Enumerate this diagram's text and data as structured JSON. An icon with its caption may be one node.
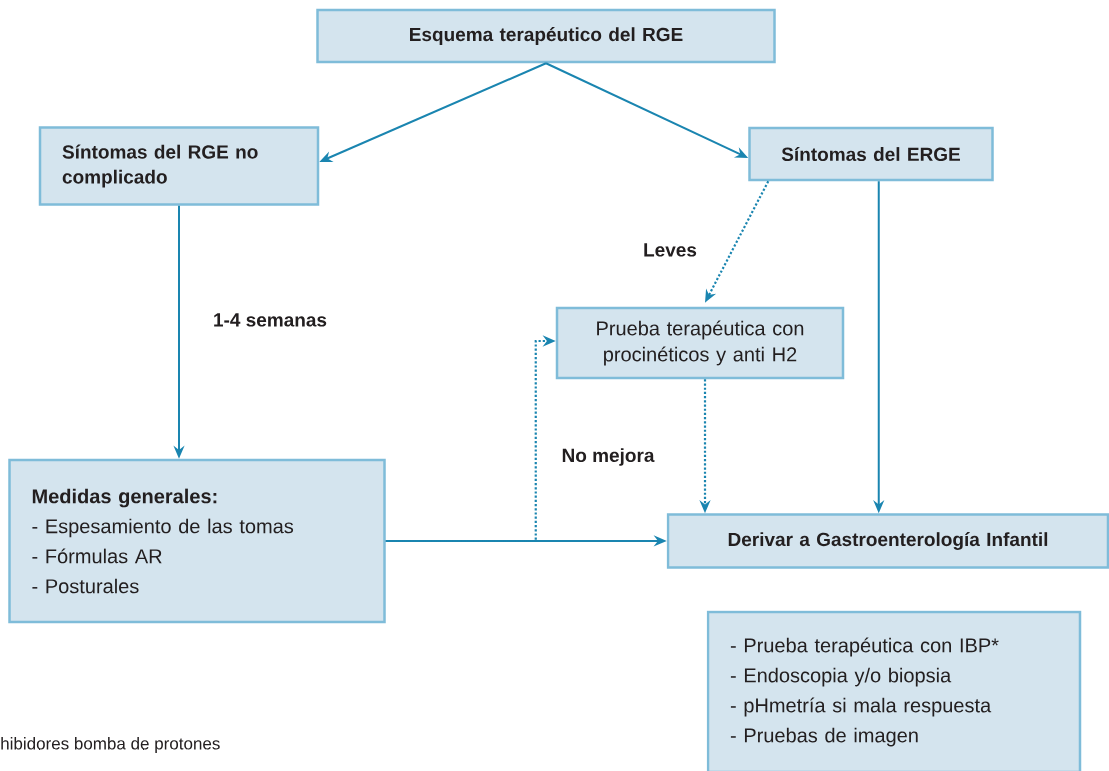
{
  "diagram": {
    "nodes": [
      {
        "text": [
          "Esquema terapéutico del RGE"
        ]
      },
      {
        "text": [
          "Síntomas del RGE no complicado"
        ]
      },
      {
        "text": [
          "Síntomas del ERGE"
        ]
      },
      {
        "text": [
          "Prueba terapéutica con procinéticos y anti H2"
        ]
      },
      {
        "text": [
          "Medidas generales:",
          "- Espesamiento de las tomas",
          "- Fórmulas AR",
          "- Posturales"
        ]
      },
      {
        "text": [
          "Derivar a Gastroenterología Infantil"
        ]
      },
      {
        "text": [
          "- Prueba terapéutica con IBP*",
          "- Endoscopia y/o biopsia",
          "- pHmetría si mala respuesta",
          "- Pruebas de imagen"
        ]
      }
    ],
    "edges": [
      {
        "from": 0,
        "to": 1,
        "arrow": "to"
      },
      {
        "from": 0,
        "to": 2,
        "arrow": "to"
      },
      {
        "from": 1,
        "to": 4,
        "arrow": "to",
        "label": "1-4 semanas"
      },
      {
        "from": 2,
        "to": 3,
        "arrow": "to",
        "label": "Leves",
        "style": "dashed"
      },
      {
        "from": 2,
        "to": 5,
        "arrow": "to"
      },
      {
        "from": 3,
        "to": 5,
        "arrow": "to",
        "style": "dashed"
      },
      {
        "from": 4,
        "to": 5,
        "arrow": "to"
      },
      {
        "from": 4,
        "to": 3,
        "arrow": "to",
        "label": "No mejora",
        "style": "dashed"
      }
    ],
    "labels": [
      "hibidores bomba de protones"
    ]
  }
}
